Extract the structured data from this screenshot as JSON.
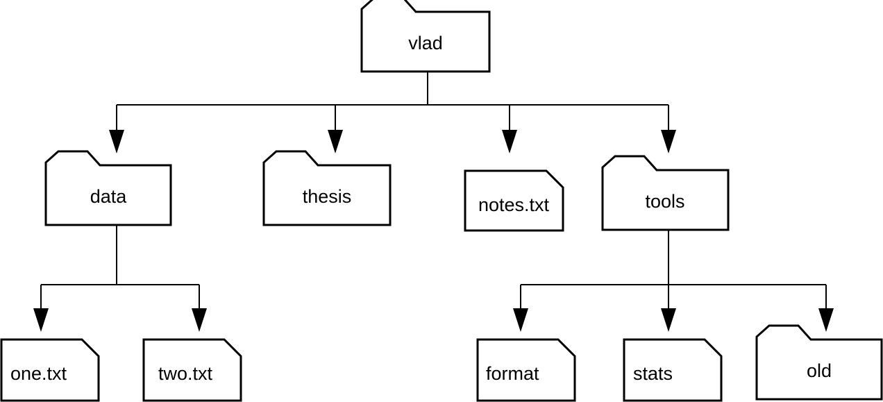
{
  "diagram": {
    "type": "directory-tree",
    "colors": {
      "stroke": "#000000",
      "fill": "#ffffff"
    },
    "nodes": [
      {
        "id": "vlad",
        "label": "vlad",
        "kind": "folder",
        "icon": "folder-icon"
      },
      {
        "id": "data",
        "label": "data",
        "kind": "folder",
        "icon": "folder-icon"
      },
      {
        "id": "thesis",
        "label": "thesis",
        "kind": "folder",
        "icon": "folder-icon"
      },
      {
        "id": "notes",
        "label": "notes.txt",
        "kind": "file",
        "icon": "file-icon"
      },
      {
        "id": "tools",
        "label": "tools",
        "kind": "folder",
        "icon": "folder-icon"
      },
      {
        "id": "one",
        "label": "one.txt",
        "kind": "file",
        "icon": "file-icon"
      },
      {
        "id": "two",
        "label": "two.txt",
        "kind": "file",
        "icon": "file-icon"
      },
      {
        "id": "format",
        "label": "format",
        "kind": "file",
        "icon": "file-icon"
      },
      {
        "id": "stats",
        "label": "stats",
        "kind": "file",
        "icon": "file-icon"
      },
      {
        "id": "old",
        "label": "old",
        "kind": "folder",
        "icon": "folder-icon"
      }
    ],
    "edges": [
      {
        "from": "vlad",
        "to": "data"
      },
      {
        "from": "vlad",
        "to": "thesis"
      },
      {
        "from": "vlad",
        "to": "notes"
      },
      {
        "from": "vlad",
        "to": "tools"
      },
      {
        "from": "data",
        "to": "one"
      },
      {
        "from": "data",
        "to": "two"
      },
      {
        "from": "tools",
        "to": "format"
      },
      {
        "from": "tools",
        "to": "stats"
      },
      {
        "from": "tools",
        "to": "old"
      }
    ]
  }
}
